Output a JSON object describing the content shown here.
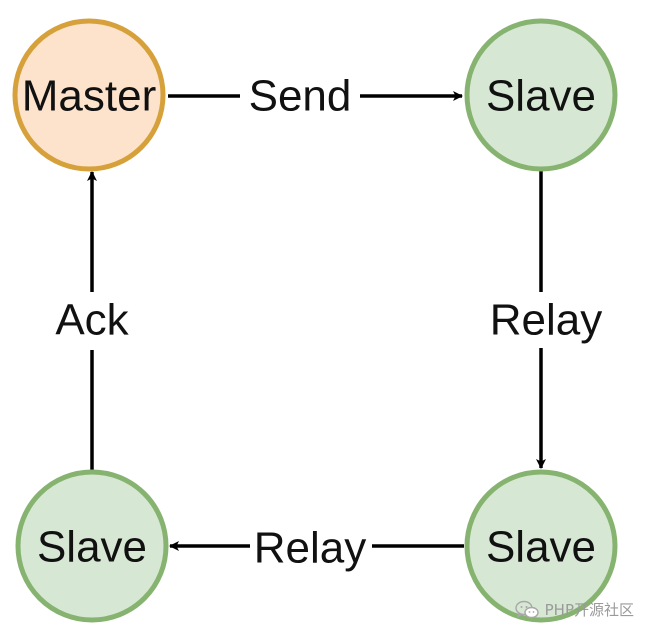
{
  "diagram": {
    "nodes": [
      {
        "id": "master",
        "label": "Master",
        "fill": "#fde3cc",
        "stroke": "#d6a03a"
      },
      {
        "id": "slave-top-right",
        "label": "Slave",
        "fill": "#d6e8d3",
        "stroke": "#86b36f"
      },
      {
        "id": "slave-bottom-right",
        "label": "Slave",
        "fill": "#d6e8d3",
        "stroke": "#86b36f"
      },
      {
        "id": "slave-bottom-left",
        "label": "Slave",
        "fill": "#d6e8d3",
        "stroke": "#86b36f"
      }
    ],
    "edges": [
      {
        "from": "master",
        "to": "slave-top-right",
        "label": "Send"
      },
      {
        "from": "slave-top-right",
        "to": "slave-bottom-right",
        "label": "Relay"
      },
      {
        "from": "slave-bottom-right",
        "to": "slave-bottom-left",
        "label": "Relay"
      },
      {
        "from": "slave-bottom-left",
        "to": "master",
        "label": "Ack"
      }
    ]
  },
  "watermark": {
    "text": "PHP开源社区",
    "icon": "wechat-icon"
  }
}
